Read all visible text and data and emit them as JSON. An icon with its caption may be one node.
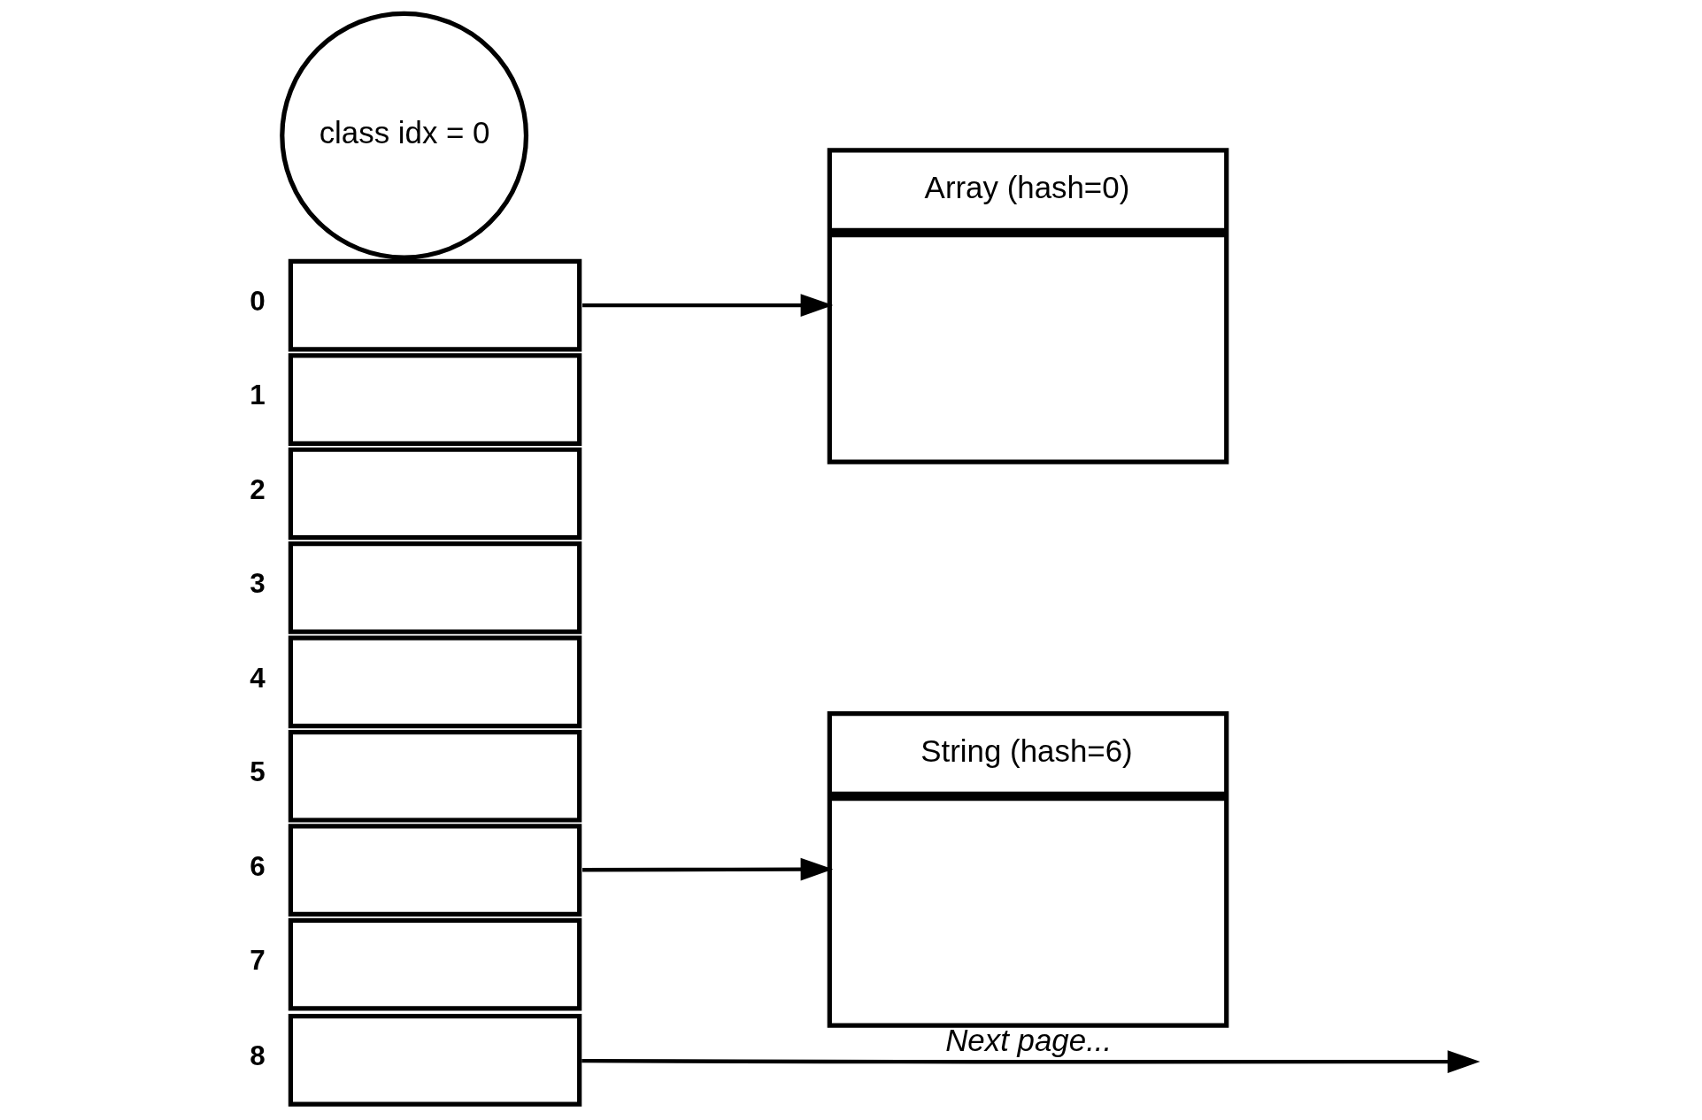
{
  "diagram": {
    "nodes": [
      {
        "text": [],
        "shape": "box",
        "beside": [
          "0"
        ]
      },
      {
        "text": [],
        "shape": "box",
        "beside": [
          "1"
        ]
      },
      {
        "text": [],
        "shape": "box",
        "beside": [
          "2"
        ]
      },
      {
        "text": [],
        "shape": "box",
        "beside": [
          "3"
        ]
      },
      {
        "text": [],
        "shape": "box",
        "beside": [
          "4"
        ]
      },
      {
        "text": [],
        "shape": "box",
        "beside": [
          "5"
        ]
      },
      {
        "text": [],
        "shape": "box",
        "beside": [
          "6"
        ]
      },
      {
        "text": [],
        "shape": "box",
        "beside": [
          "7"
        ]
      },
      {
        "text": [],
        "shape": "box",
        "beside": [
          "8"
        ]
      },
      {
        "text": [
          "Array (hash=0)"
        ]
      },
      {
        "text": [
          "String (hash=6)"
        ]
      },
      {
        "text": [
          "class idx = 0"
        ]
      }
    ],
    "edges": [
      {
        "from": 0,
        "to": 9,
        "arrow": "to"
      },
      {
        "from": 6,
        "to": 10,
        "arrow": "to"
      },
      {
        "from": 8,
        "to": null,
        "arrow": "to",
        "label": "Next page..."
      }
    ]
  }
}
